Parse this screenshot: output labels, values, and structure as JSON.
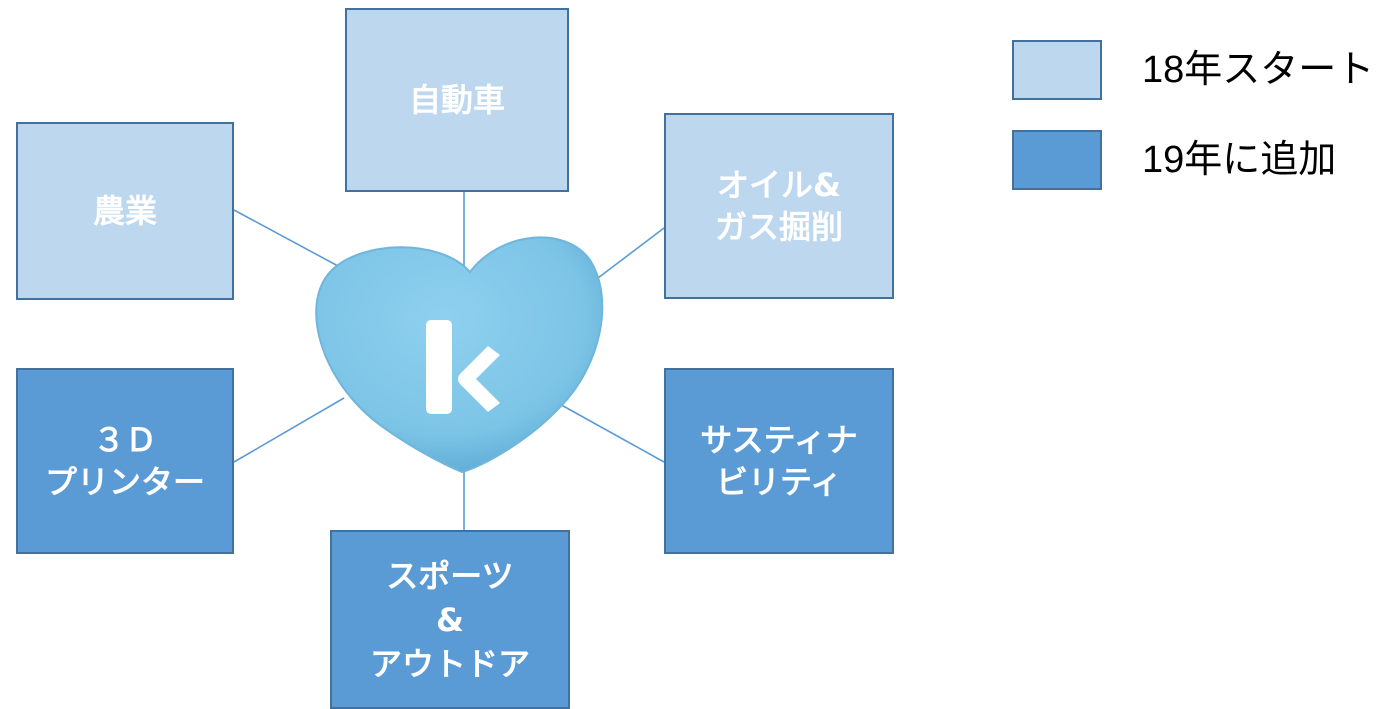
{
  "colors": {
    "light_box": "#bdd7ee",
    "dark_box": "#5b9bd5",
    "box_border": "#41719c",
    "connector": "#5b9bd5",
    "heart": "#7cc4e6",
    "heart_letter": "#ffffff"
  },
  "center": {
    "logo_icon": "heart-k-logo",
    "letter": "k"
  },
  "nodes": [
    {
      "id": "car",
      "label": "自動車",
      "group": "18年スタート"
    },
    {
      "id": "agri",
      "label": "農業",
      "group": "18年スタート"
    },
    {
      "id": "oil",
      "label": "オイル&\nガス掘削",
      "group": "18年スタート"
    },
    {
      "id": "print3d",
      "label": "３Ｄ\nプリンター",
      "group": "19年に追加"
    },
    {
      "id": "sustain",
      "label": "サスティナ\nビリティ",
      "group": "19年に追加"
    },
    {
      "id": "sports",
      "label": "スポーツ\n&\nアウトドア",
      "group": "19年に追加"
    }
  ],
  "legend": [
    {
      "label": "18年スタート",
      "color": "#bdd7ee"
    },
    {
      "label": "19年に追加",
      "color": "#5b9bd5"
    }
  ]
}
